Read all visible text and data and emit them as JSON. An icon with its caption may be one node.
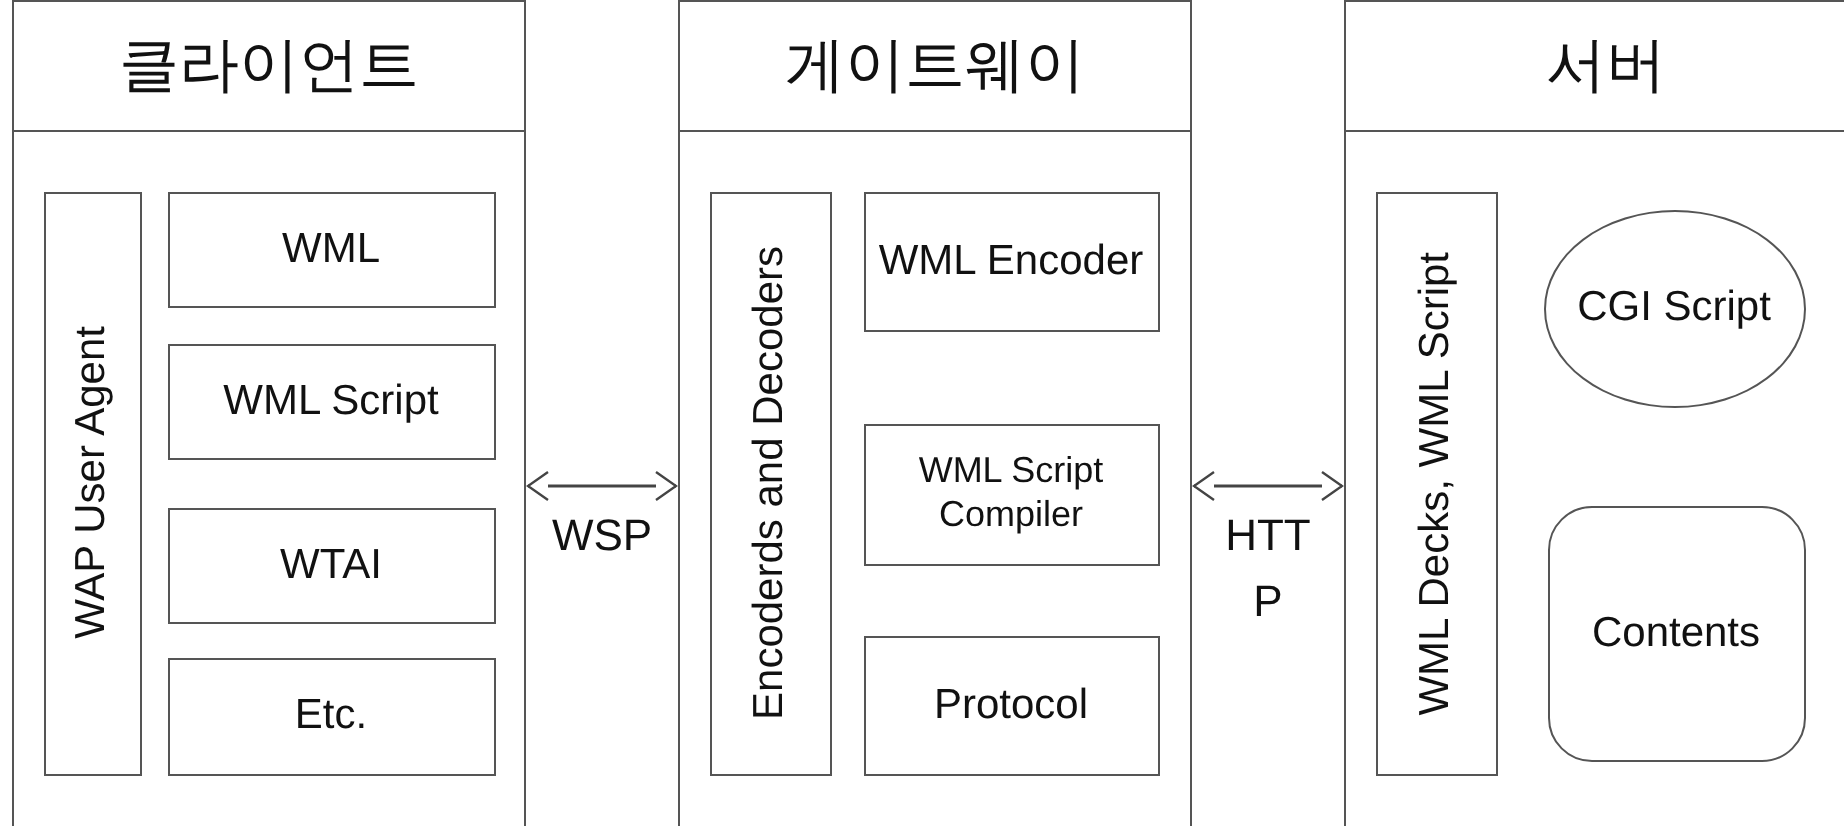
{
  "diagram": {
    "nodes": [
      {
        "text": [
          "클라이언트"
        ]
      },
      {
        "text": [
          "WAP User Agent"
        ],
        "in": 0
      },
      {
        "text": [
          "WML"
        ],
        "in": 0
      },
      {
        "text": [
          "WML Script"
        ],
        "in": 0
      },
      {
        "text": [
          "WTAI"
        ],
        "in": 0
      },
      {
        "text": [
          "Etc."
        ],
        "in": 0
      },
      {
        "text": [
          "게이트웨이"
        ]
      },
      {
        "text": [
          "Encoderds and Decoders"
        ],
        "in": 6
      },
      {
        "text": [
          "WML Encoder"
        ],
        "in": 6
      },
      {
        "text": [
          "WML Script Compiler"
        ],
        "in": 6
      },
      {
        "text": [
          "Protocol"
        ],
        "in": 6
      },
      {
        "text": [
          "서버"
        ]
      },
      {
        "text": [
          "WML Decks, WML Script"
        ],
        "in": 11
      },
      {
        "text": [
          "CGI Script"
        ],
        "in": 11
      },
      {
        "text": [
          "Contents"
        ],
        "in": 11
      }
    ],
    "edges": [
      {
        "from": 0,
        "to": 6,
        "arrow": "both",
        "label": "WSP"
      },
      {
        "from": 6,
        "to": 11,
        "arrow": "both",
        "label": "HTTP"
      }
    ]
  }
}
